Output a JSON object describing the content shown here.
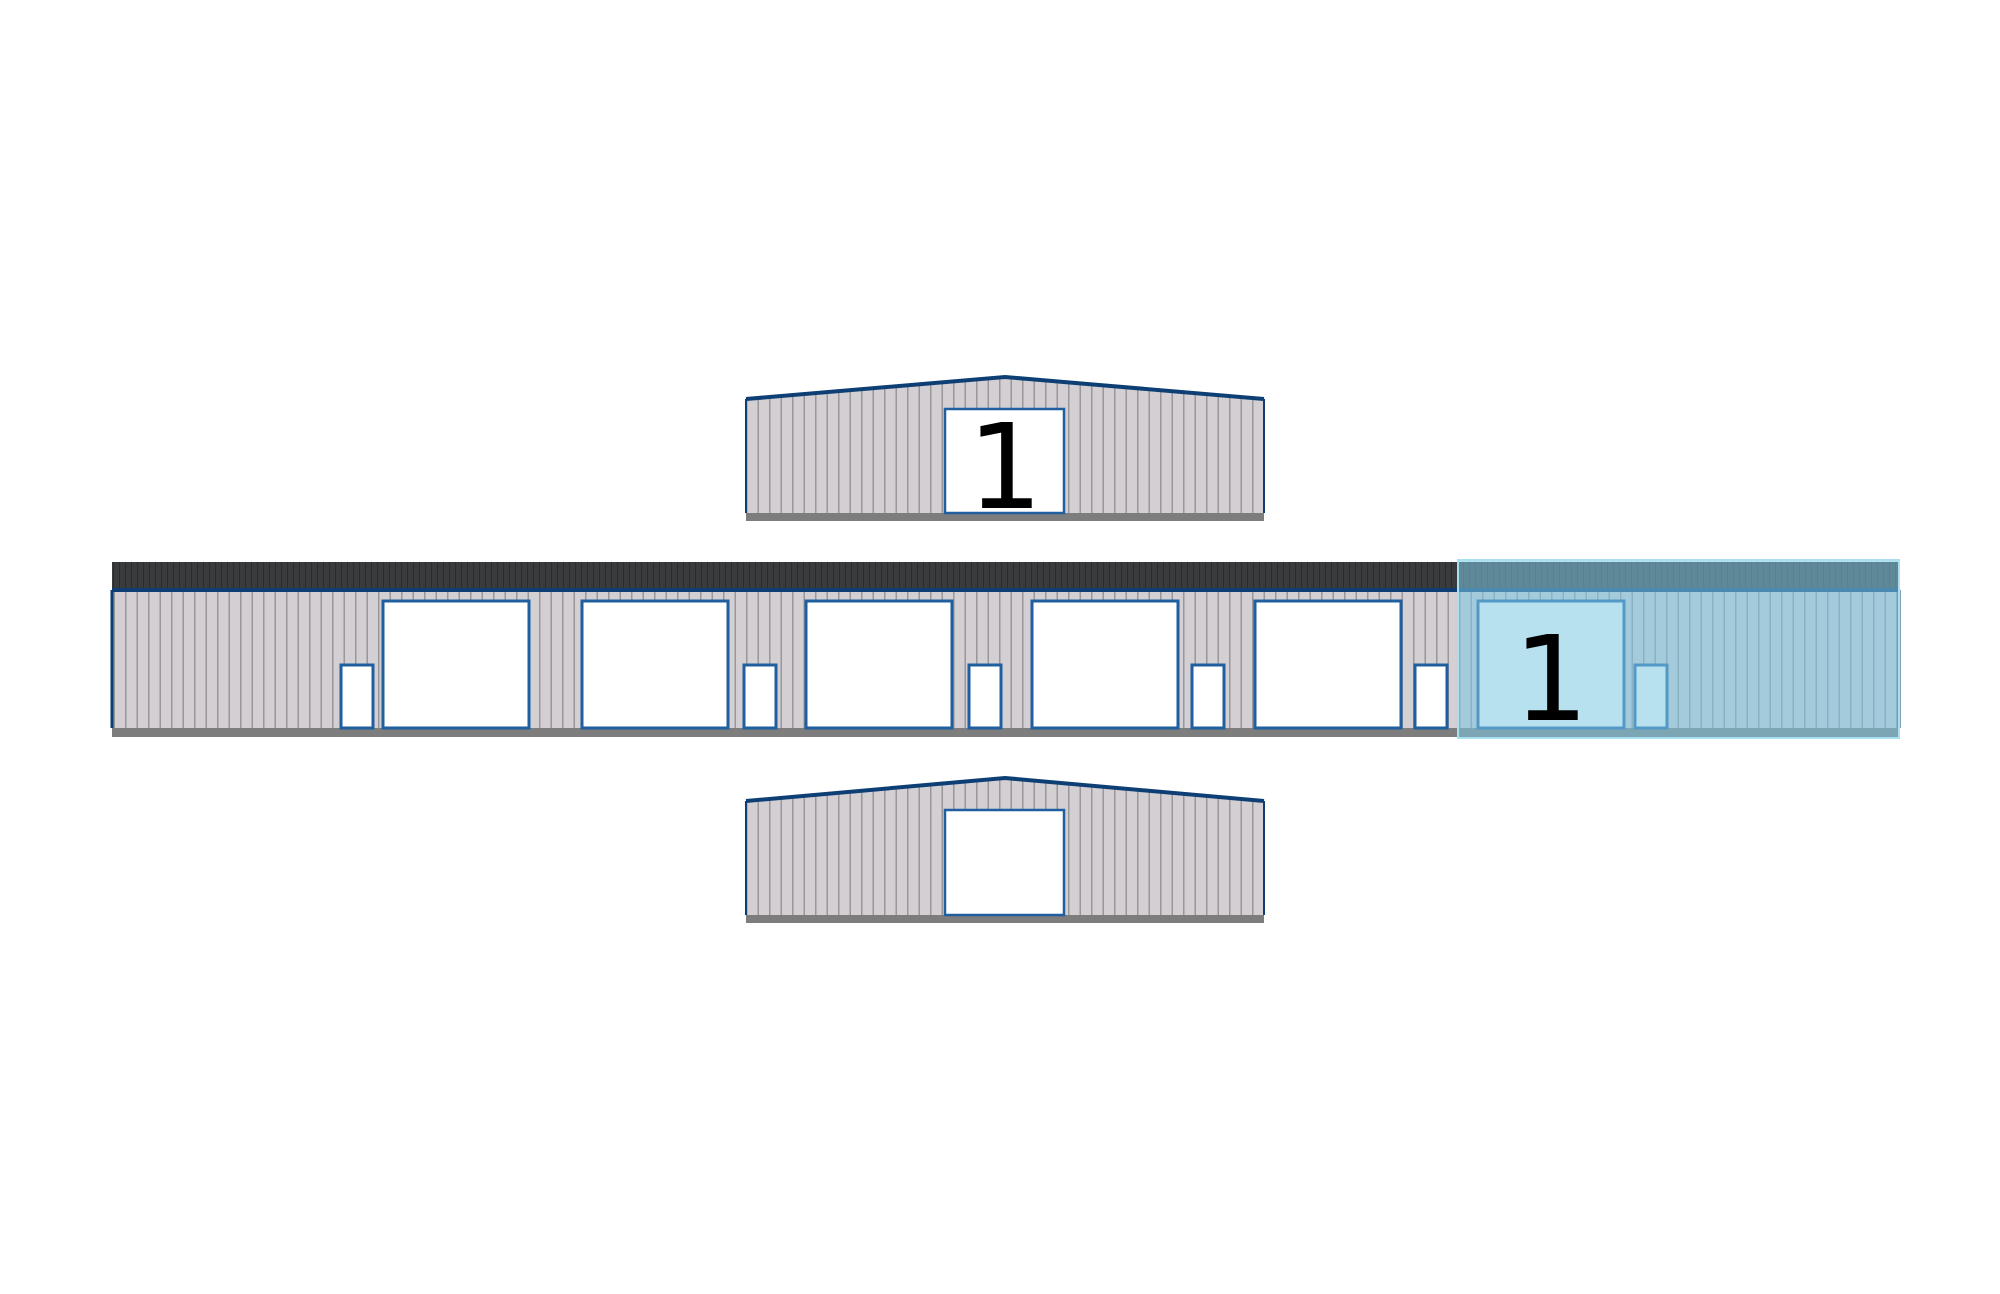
{
  "diagram": {
    "top_elevation": {
      "door_label": "1"
    },
    "front_elevation": {
      "bays": 6,
      "selected_unit_label": "1",
      "highlight_color": "#7ec8e3"
    },
    "bottom_elevation": {},
    "colors": {
      "wall": "#d3cfd3",
      "rib": "#9a979b",
      "trim": "#0d3f75",
      "roof": "#3a3b3d",
      "base": "#7d7d7d",
      "door": "#ffffff"
    }
  }
}
